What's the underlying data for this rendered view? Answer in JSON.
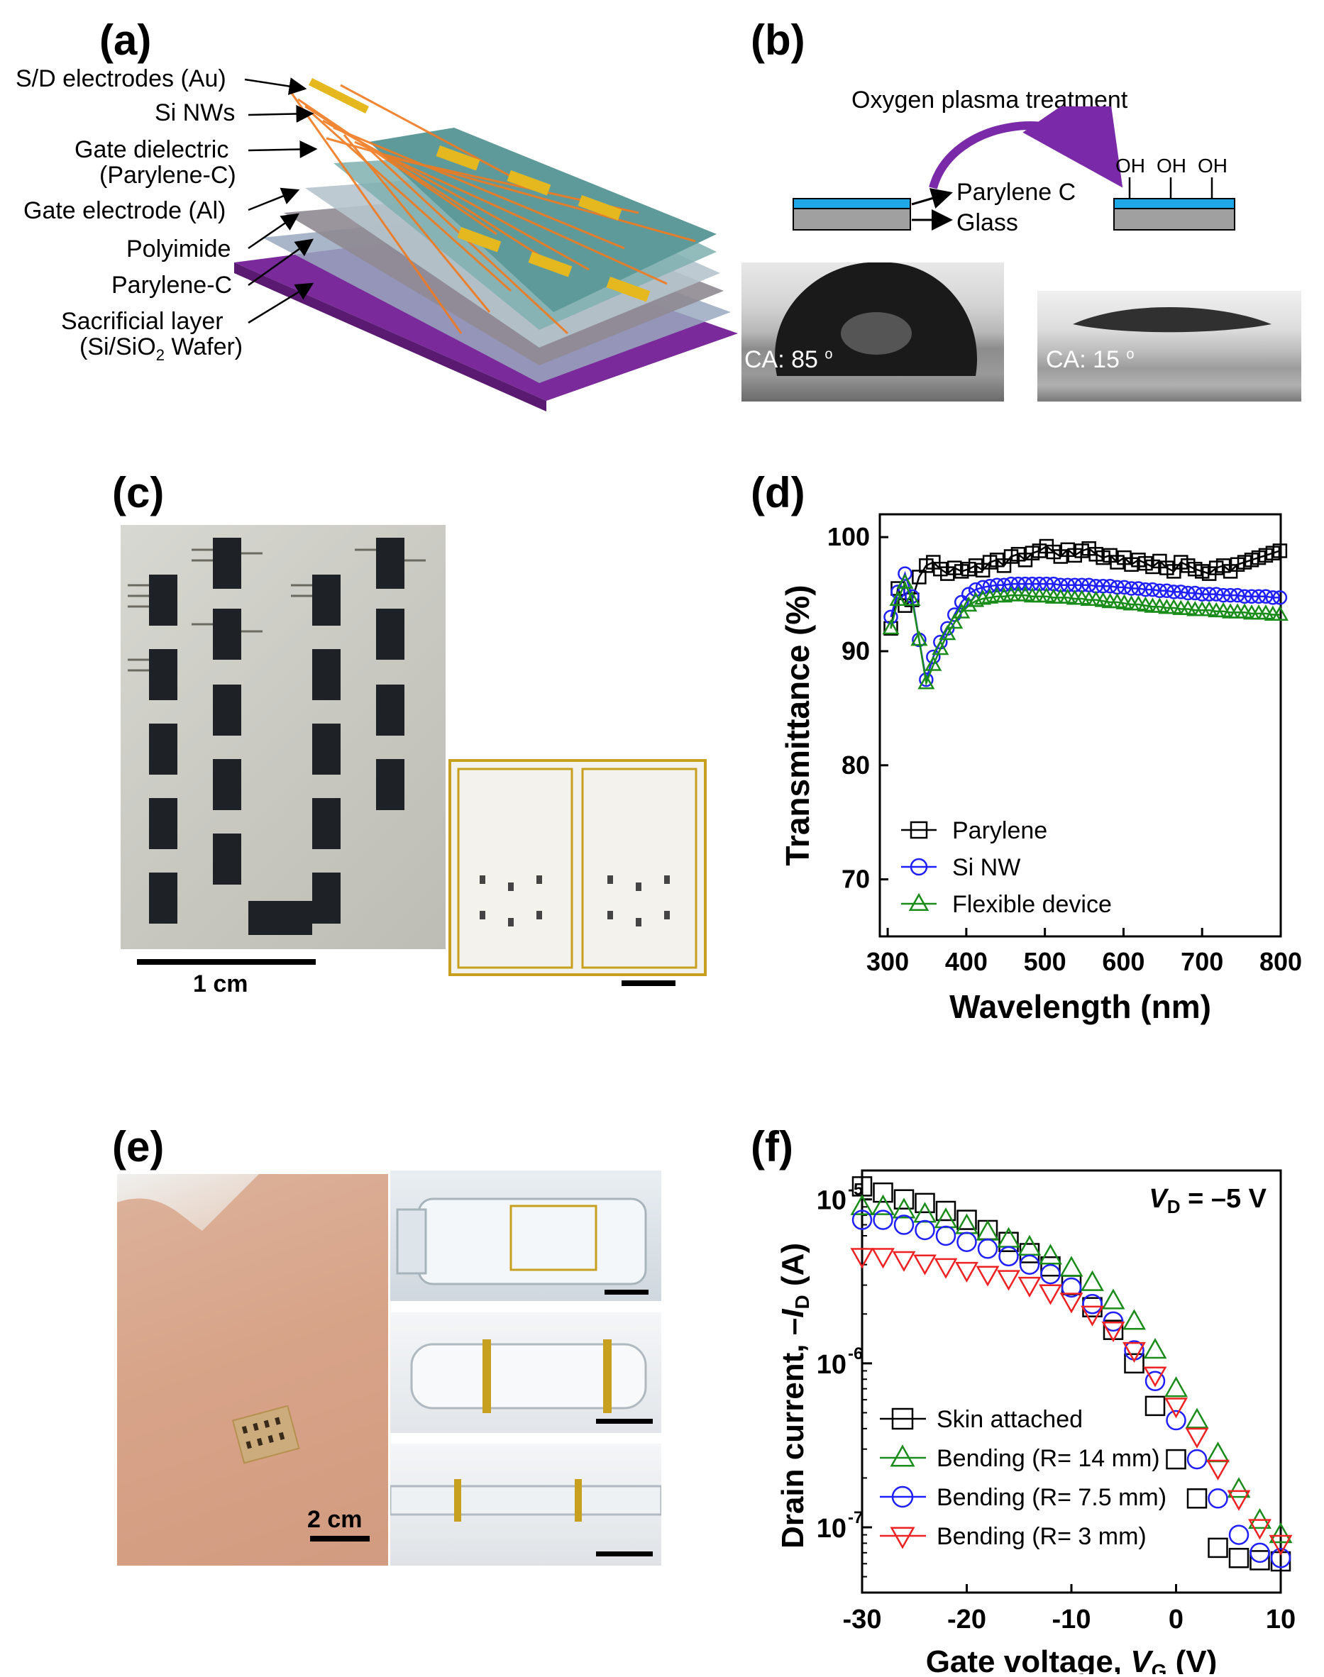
{
  "panels": {
    "a": {
      "label": "(a)",
      "layers": [
        "S/D electrodes (Au)",
        "Si NWs",
        "Gate dielectric",
        "(Parylene-C)",
        "Gate electrode (Al)",
        "Polyimide",
        "Parylene-C",
        "Sacrificial layer",
        "(Si/SiO",
        "2",
        " Wafer)"
      ]
    },
    "b": {
      "label": "(b)",
      "treatment": "Oxygen plasma treatment",
      "layer_top": "Parylene C",
      "layer_bottom": "Glass",
      "oh_groups": [
        "OH",
        "OH",
        "OH"
      ],
      "ca_left": "CA: 85 ",
      "ca_right": "CA: 15 ",
      "degree": "o"
    },
    "c": {
      "label": "(c)",
      "scale_bar": "1 cm"
    },
    "d": {
      "label": "(d)"
    },
    "e": {
      "label": "(e)",
      "scale_bar": "2 cm"
    },
    "f": {
      "label": "(f)",
      "annotation_prefix": "V",
      "annotation_sub": "D",
      "annotation_suffix": " = –5 V"
    }
  },
  "chart_data": [
    {
      "panel": "d",
      "type": "line",
      "xlabel": "Wavelength (nm)",
      "ylabel": "Transmittance (%)",
      "xlim": [
        290,
        800
      ],
      "ylim": [
        65,
        102
      ],
      "xticks": [
        300,
        400,
        500,
        600,
        700,
        800
      ],
      "yticks": [
        70,
        80,
        90,
        100
      ],
      "legend_position": "bottom-left",
      "series": [
        {
          "name": "Parylene",
          "marker": "square",
          "color": "#000000",
          "x": [
            304,
            313,
            322,
            331,
            340,
            349,
            358,
            367,
            376,
            385,
            394,
            403,
            412,
            421,
            430,
            439,
            448,
            457,
            466,
            475,
            484,
            493,
            502,
            511,
            520,
            529,
            538,
            547,
            556,
            565,
            574,
            583,
            592,
            601,
            610,
            619,
            628,
            637,
            646,
            655,
            664,
            673,
            682,
            691,
            700,
            709,
            718,
            727,
            736,
            745,
            754,
            763,
            772,
            781,
            790,
            799
          ],
          "values": [
            92.0,
            95.5,
            94.0,
            94.5,
            96.5,
            97.5,
            97.8,
            97.2,
            96.8,
            97.3,
            97.0,
            97.2,
            97.5,
            97.1,
            97.8,
            98.0,
            97.5,
            98.3,
            98.5,
            98.0,
            98.6,
            98.8,
            99.2,
            98.7,
            98.3,
            98.9,
            98.4,
            98.8,
            99.0,
            98.5,
            98.2,
            98.4,
            97.8,
            98.2,
            97.6,
            98.0,
            97.7,
            97.4,
            97.9,
            97.3,
            97.0,
            97.8,
            97.5,
            97.2,
            97.0,
            96.8,
            97.3,
            97.5,
            97.0,
            97.6,
            97.8,
            98.0,
            98.2,
            98.4,
            98.6,
            98.8
          ]
        },
        {
          "name": "Si NW",
          "marker": "circle",
          "color": "#1f1fff",
          "x": [
            304,
            313,
            322,
            331,
            340,
            349,
            358,
            367,
            376,
            385,
            394,
            403,
            412,
            421,
            430,
            439,
            448,
            457,
            466,
            475,
            484,
            493,
            502,
            511,
            520,
            529,
            538,
            547,
            556,
            565,
            574,
            583,
            592,
            601,
            610,
            619,
            628,
            637,
            646,
            655,
            664,
            673,
            682,
            691,
            700,
            709,
            718,
            727,
            736,
            745,
            754,
            763,
            772,
            781,
            790,
            799
          ],
          "values": [
            93.0,
            95.2,
            96.8,
            94.8,
            91.0,
            87.5,
            89.5,
            90.8,
            92.0,
            93.2,
            94.3,
            95.0,
            95.4,
            95.6,
            95.7,
            95.8,
            95.8,
            95.9,
            95.9,
            95.9,
            95.9,
            95.9,
            95.9,
            95.9,
            95.8,
            95.8,
            95.8,
            95.8,
            95.8,
            95.7,
            95.7,
            95.7,
            95.6,
            95.6,
            95.5,
            95.5,
            95.4,
            95.4,
            95.3,
            95.3,
            95.2,
            95.2,
            95.1,
            95.1,
            95.0,
            95.0,
            95.0,
            94.9,
            94.9,
            94.9,
            94.8,
            94.8,
            94.8,
            94.8,
            94.7,
            94.7
          ]
        },
        {
          "name": "Flexible device",
          "marker": "triangle",
          "color": "#1a8c1a",
          "x": [
            304,
            313,
            322,
            331,
            340,
            349,
            358,
            367,
            376,
            385,
            394,
            403,
            412,
            421,
            430,
            439,
            448,
            457,
            466,
            475,
            484,
            493,
            502,
            511,
            520,
            529,
            538,
            547,
            556,
            565,
            574,
            583,
            592,
            601,
            610,
            619,
            628,
            637,
            646,
            655,
            664,
            673,
            682,
            691,
            700,
            709,
            718,
            727,
            736,
            745,
            754,
            763,
            772,
            781,
            790,
            799
          ],
          "values": [
            92.0,
            94.5,
            96.0,
            94.5,
            91.0,
            87.2,
            88.8,
            90.2,
            91.5,
            92.5,
            93.4,
            94.0,
            94.4,
            94.6,
            94.7,
            94.8,
            94.8,
            94.9,
            94.9,
            94.9,
            94.8,
            94.8,
            94.8,
            94.7,
            94.7,
            94.7,
            94.6,
            94.6,
            94.5,
            94.5,
            94.4,
            94.3,
            94.3,
            94.2,
            94.1,
            94.1,
            94.0,
            93.9,
            93.9,
            93.8,
            93.8,
            93.7,
            93.7,
            93.6,
            93.6,
            93.6,
            93.5,
            93.5,
            93.4,
            93.4,
            93.4,
            93.3,
            93.3,
            93.3,
            93.2,
            93.2
          ]
        }
      ]
    },
    {
      "panel": "f",
      "type": "scatter",
      "xlabel_prefix": "Gate voltage, ",
      "xlabel_var": "V",
      "xlabel_sub": "G",
      "xlabel_suffix": " (V)",
      "ylabel_prefix": "Drain current, –",
      "ylabel_var": "I",
      "ylabel_sub": "D",
      "ylabel_suffix": " (A)",
      "y_scale": "log",
      "xlim": [
        -30,
        10
      ],
      "ylim": [
        4e-08,
        1.5e-05
      ],
      "xticks": [
        -30,
        -20,
        -10,
        0,
        10
      ],
      "yticks": [
        {
          "value": 1e-07,
          "base": "10",
          "exp": "-7"
        },
        {
          "value": 1e-06,
          "base": "10",
          "exp": "-6"
        },
        {
          "value": 1e-05,
          "base": "10",
          "exp": "-5"
        }
      ],
      "legend_position": "bottom-left",
      "series": [
        {
          "name": "Skin attached",
          "marker": "square",
          "color": "#000000",
          "x": [
            -30,
            -28,
            -26,
            -24,
            -22,
            -20,
            -18,
            -16,
            -14,
            -12,
            -10,
            -8,
            -6,
            -4,
            -2,
            0,
            2,
            4,
            6,
            8,
            10
          ],
          "values": [
            1.2e-05,
            1.1e-05,
            1e-05,
            9.5e-06,
            8.5e-06,
            7.5e-06,
            6.5e-06,
            5.5e-06,
            4.7e-06,
            3.9e-06,
            3e-06,
            2.2e-06,
            1.6e-06,
            1e-06,
            5.5e-07,
            2.6e-07,
            1.5e-07,
            7.5e-08,
            6.5e-08,
            6.3e-08,
            6.2e-08
          ]
        },
        {
          "name": "Bending (R= 14 mm)",
          "marker": "triangle-up",
          "color": "#1a8c1a",
          "x": [
            -30,
            -28,
            -26,
            -24,
            -22,
            -20,
            -18,
            -16,
            -14,
            -12,
            -10,
            -8,
            -6,
            -4,
            -2,
            0,
            2,
            4,
            6,
            8,
            10
          ],
          "values": [
            9e-06,
            9e-06,
            8.6e-06,
            8.1e-06,
            7.5e-06,
            6.9e-06,
            6.3e-06,
            5.7e-06,
            5.1e-06,
            4.5e-06,
            3.8e-06,
            3.1e-06,
            2.4e-06,
            1.8e-06,
            1.2e-06,
            7e-07,
            4.5e-07,
            2.8e-07,
            1.7e-07,
            1.1e-07,
            9e-08
          ]
        },
        {
          "name": "Bending (R= 7.5 mm)",
          "marker": "circle",
          "color": "#1f1fff",
          "x": [
            -30,
            -28,
            -26,
            -24,
            -22,
            -20,
            -18,
            -16,
            -14,
            -12,
            -10,
            -8,
            -6,
            -4,
            -2,
            0,
            2,
            4,
            6,
            8,
            10
          ],
          "values": [
            7.5e-06,
            7.5e-06,
            7e-06,
            6.5e-06,
            6e-06,
            5.5e-06,
            5e-06,
            4.5e-06,
            4e-06,
            3.5e-06,
            2.9e-06,
            2.3e-06,
            1.8e-06,
            1.2e-06,
            7.8e-07,
            4.5e-07,
            2.6e-07,
            1.5e-07,
            9e-08,
            7e-08,
            6.5e-08
          ]
        },
        {
          "name": "Bending (R= 3 mm)",
          "marker": "triangle-down",
          "color": "#ee2222",
          "x": [
            -30,
            -28,
            -26,
            -24,
            -22,
            -20,
            -18,
            -16,
            -14,
            -12,
            -10,
            -8,
            -6,
            -4,
            -2,
            0,
            2,
            4,
            6,
            8,
            10
          ],
          "values": [
            4.5e-06,
            4.5e-06,
            4.3e-06,
            4.1e-06,
            3.9e-06,
            3.7e-06,
            3.5e-06,
            3.3e-06,
            3e-06,
            2.7e-06,
            2.4e-06,
            2e-06,
            1.6e-06,
            1.2e-06,
            8.5e-07,
            5.5e-07,
            3.6e-07,
            2.3e-07,
            1.5e-07,
            1e-07,
            8e-08
          ]
        }
      ]
    }
  ]
}
